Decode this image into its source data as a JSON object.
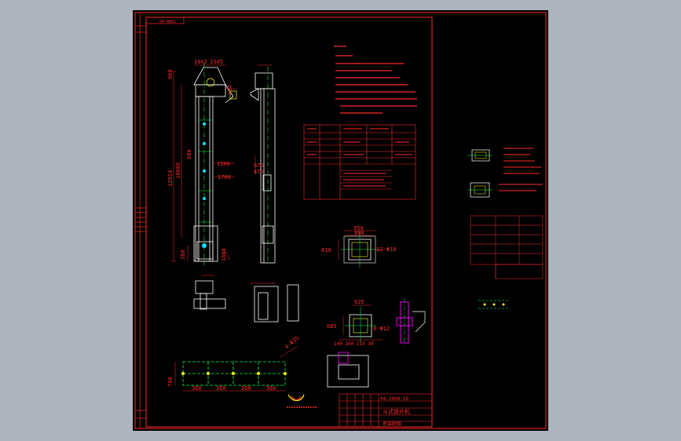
{
  "colors": {
    "background": "#aeb4bd",
    "sheet": "#000000",
    "frame": "#ff2a2a",
    "geometry": "#ffffff",
    "centerline": "#00ff44",
    "accent": "#ff00ff",
    "highlight": "#ffff00",
    "cyan": "#00e5ff"
  },
  "drawing": {
    "corner_code": "04-0061",
    "dims_main": {
      "top_a": "1042",
      "top_b": "1545",
      "height_total": "12024",
      "height_mid": "10000",
      "side_a": "354",
      "side_b": "960",
      "right_a": "1500",
      "right_b": "1768",
      "bottom": "1680",
      "small_a": "680",
      "left_bot": "360"
    },
    "dims_side": {
      "a": "670",
      "b": "470"
    },
    "section_a": {
      "top1": "950",
      "top2": "800",
      "left": "810",
      "right": "12-Φ18"
    },
    "section_b": {
      "top1": "625",
      "right": "8-Φ12",
      "left": "685",
      "bottom": "140   160   110   30"
    },
    "rail_view": {
      "left": "780",
      "spans": [
        "360",
        "360",
        "360",
        "360"
      ],
      "label": "4-Φ35"
    },
    "title_block": {
      "code": "04-2008-10",
      "name": "斗式提升机",
      "sub": "总装配图"
    }
  }
}
